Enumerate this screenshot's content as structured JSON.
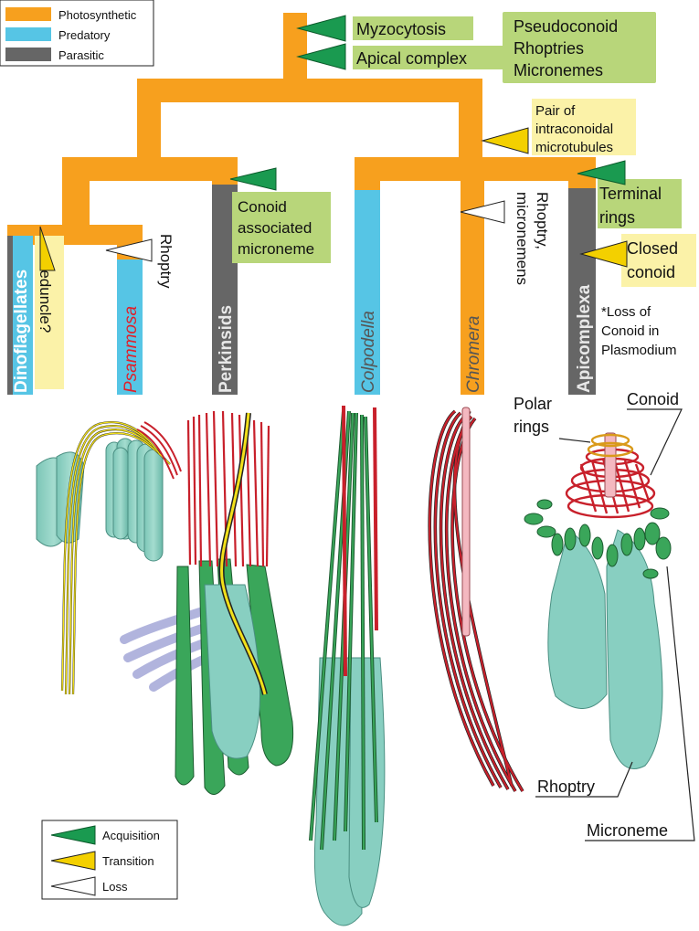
{
  "legend_top": {
    "items": [
      {
        "label": "Photosynthetic",
        "color": "#f7a01e"
      },
      {
        "label": "Predatory",
        "color": "#56c5e5"
      },
      {
        "label": "Parasitic",
        "color": "#666666"
      }
    ]
  },
  "legend_bottom": {
    "items": [
      {
        "label": "Acquisition",
        "color": "#1a9a50"
      },
      {
        "label": "Transition",
        "color": "#f3d000"
      },
      {
        "label": "Loss",
        "color": "#ffffff"
      }
    ]
  },
  "events": {
    "myzocytosis": "Myzocytosis",
    "apical_complex": "Apical complex",
    "apical_components": [
      "Pseudoconoid",
      "Rhoptries",
      "Micronemes"
    ],
    "intraconoidal": [
      "Pair of",
      "intraconoidal",
      "microtubules"
    ],
    "conoid_microneme": [
      "Conoid",
      "associated",
      "microneme"
    ],
    "terminal_rings": [
      "Terminal",
      "rings"
    ],
    "closed_conoid": [
      "Closed",
      "conoid"
    ],
    "peduncle": "Peduncle?",
    "rhoptry_loss": "Rhoptry",
    "rhoptry_micronemes_loss": [
      "Rhoptry,",
      "micronemens"
    ],
    "plasmodium_note": [
      "*Loss of",
      "Conoid in",
      "Plasmodium"
    ]
  },
  "taxa": {
    "dinoflagellates": "Dinoflagellates",
    "psammosa": "Psammosa",
    "perkinsids": "Perkinsids",
    "colpodella": "Colpodella",
    "chromera": "Chromera",
    "apicomplexa": "Apicomplexa"
  },
  "structures": {
    "polar_rings": [
      "Polar",
      "rings"
    ],
    "conoid": "Conoid",
    "rhoptry": "Rhoptry",
    "microneme": "Microneme"
  },
  "colors": {
    "photosynthetic": "#f7a01e",
    "predatory": "#56c5e5",
    "parasitic": "#666666",
    "event_green_box": "#b8d67a",
    "event_yellow_box": "#fbf2a8",
    "conoid_red": "#c8202b",
    "microneme_green": "#3aa65a",
    "rhoptry_teal": "#88cfc1",
    "peduncle_yellow": "#f2e01a"
  }
}
